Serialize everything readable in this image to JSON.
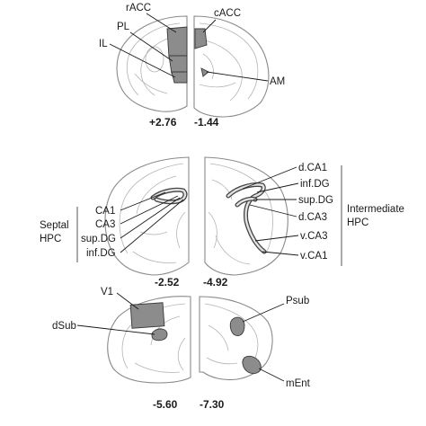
{
  "colors": {
    "region_fill": "#8c8c8c",
    "region_stroke": "#3a3a3a",
    "outline": "#8a8a8a",
    "text": "#1a1a1a"
  },
  "panels": {
    "top": {
      "left_coord": "+2.76",
      "right_coord": "-1.44",
      "labels": {
        "racc": "rACC",
        "pl": "PL",
        "il": "IL",
        "cacc": "cACC",
        "am": "AM"
      }
    },
    "middle": {
      "left_coord": "-2.52",
      "right_coord": "-4.92",
      "left_labels": [
        "CA1",
        "CA3",
        "sup.DG",
        "inf.DG"
      ],
      "right_labels": [
        "d.CA1",
        "inf.DG",
        "sup.DG",
        "d.CA3",
        "v.CA3",
        "v.CA1"
      ],
      "septal_group": [
        "Septal",
        "HPC"
      ],
      "intermediate_group": [
        "Intermediate",
        "HPC"
      ]
    },
    "bottom": {
      "left_coord": "-5.60",
      "right_coord": "-7.30",
      "labels": {
        "v1": "V1",
        "dsub": "dSub",
        "psub": "Psub",
        "ment": "mEnt"
      }
    }
  }
}
